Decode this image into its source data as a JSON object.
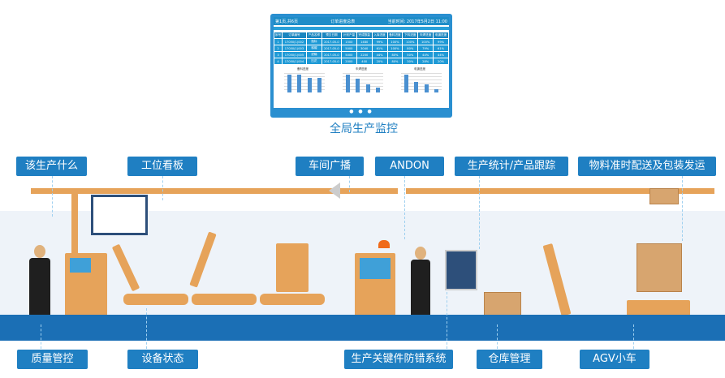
{
  "monitor": {
    "header_left": "第1页,共6页",
    "title": "订单进度总表",
    "header_right": "当前时间: 2017年5月2日 11:00",
    "columns": [
      "序号",
      "订单编号",
      "产品名称",
      "预交日期",
      "计划产量",
      "完成数量",
      "入库进度",
      "备料进度",
      "下料进度",
      "车焊进度",
      "电镀进度"
    ],
    "rows": [
      [
        "1",
        "17050(1)002",
        "指标",
        "2017-05-0",
        "1500",
        "1480",
        "99%",
        "100%",
        "100%",
        "100%",
        "99%"
      ],
      [
        "2",
        "17050(1)003",
        "梯帽",
        "2017-05-0",
        "5000",
        "3040",
        "61%",
        "100%",
        "80%",
        "79%",
        "61%"
      ],
      [
        "3",
        "17050(1)005",
        "滤输",
        "2017-05-0",
        "5000",
        "2200",
        "44%",
        "80%",
        "50%",
        "44%",
        "44%"
      ],
      [
        "4",
        "17050(1)004",
        "压花",
        "2017-05-0",
        "2000",
        "400",
        "20%",
        "80%",
        "30%",
        "28%",
        "20%"
      ]
    ],
    "charts": [
      {
        "title": "备料进度",
        "values": [
          100,
          100,
          80,
          80
        ]
      },
      {
        "title": "车焊进度",
        "values": [
          100,
          79,
          44,
          28
        ]
      },
      {
        "title": "电镀进度",
        "values": [
          99,
          61,
          44,
          20
        ]
      }
    ],
    "caption": "全局生产监控"
  },
  "labels": {
    "what_to_produce": "该生产什么",
    "station_board": "工位看板",
    "workshop_broadcast": "车间广播",
    "andon": "ANDON",
    "production_stats": "生产统计/产品跟踪",
    "material_delivery": "物料准时配送及包装发运",
    "quality_control": "质量管控",
    "equipment_status": "设备状态",
    "error_proofing": "生产关键件防错系统",
    "warehouse": "仓库管理",
    "agv": "AGV小车"
  },
  "colors": {
    "label_bg": "#1f7fc2",
    "machine": "#e6a35a",
    "floor": "#1b6fb5"
  }
}
